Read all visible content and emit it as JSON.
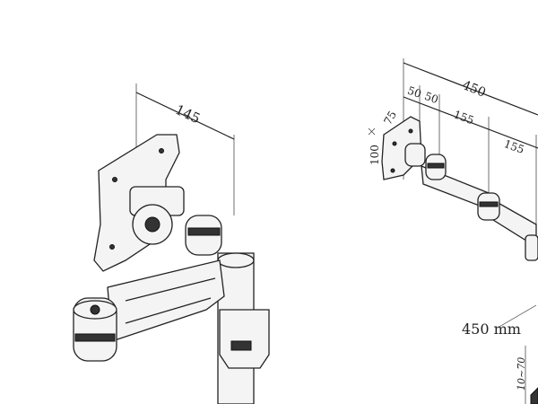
{
  "left_view": {
    "dimension_width": "145"
  },
  "right_view": {
    "dimension_total": "450",
    "dimension_a": "50",
    "dimension_b": "50",
    "dimension_c": "155",
    "dimension_d": "155",
    "vesa_75": "75",
    "vesa_100": "100",
    "reach_label": "450 mm",
    "clamp_range": "10~70"
  }
}
